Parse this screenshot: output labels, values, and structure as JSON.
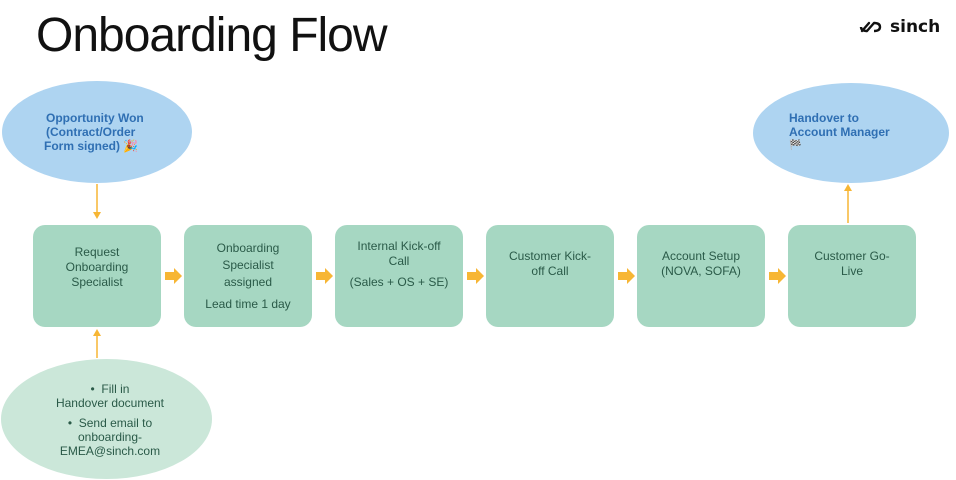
{
  "title": "Onboarding Flow",
  "logo": {
    "text": "sinch",
    "icon": "sinch-logo-icon"
  },
  "start": {
    "lines": [
      "Opportunity Won",
      "(Contract/Order",
      "Form signed) 🎉"
    ]
  },
  "end": {
    "lines": [
      "Handover to",
      "Account Manager",
      "🏁"
    ]
  },
  "steps": [
    {
      "lines": [
        "Request",
        "Onboarding",
        "Specialist"
      ]
    },
    {
      "lines": [
        "Onboarding",
        "Specialist",
        "assigned"
      ],
      "sub": "Lead time 1 day"
    },
    {
      "lines": [
        "Internal Kick-off",
        "Call"
      ],
      "sub": "(Sales + OS + SE)"
    },
    {
      "lines": [
        "Customer Kick-",
        "off Call"
      ]
    },
    {
      "lines": [
        "Account Setup",
        "(NOVA, SOFA)"
      ]
    },
    {
      "lines": [
        "Customer Go-",
        "Live"
      ]
    }
  ],
  "handover": {
    "bullet1": [
      "Fill in",
      "Handover document"
    ],
    "bullet2": [
      "Send email to",
      "onboarding-",
      "EMEA@sinch.com"
    ]
  },
  "colors": {
    "box": "#a6d7c2",
    "arrow": "#f7b634",
    "blue": "#aed4f1",
    "green": "#cbe7d9"
  }
}
